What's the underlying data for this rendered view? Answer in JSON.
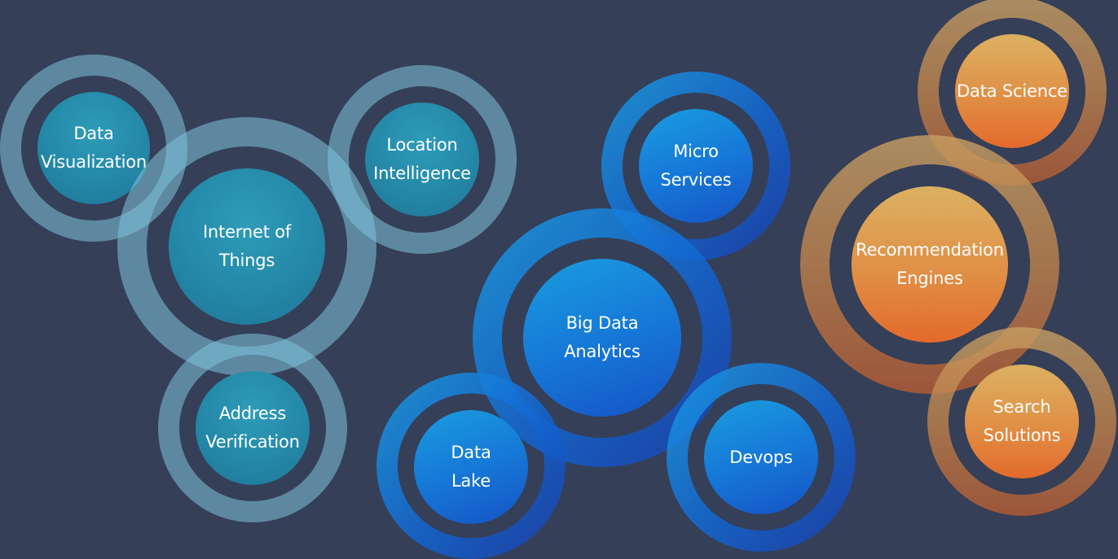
{
  "nodes": [
    {
      "id": "data-visualization",
      "label": "Data\nVisualization"
    },
    {
      "id": "internet-of-things",
      "label": "Internet of\nThings"
    },
    {
      "id": "address-verification",
      "label": "Address\nVerification"
    },
    {
      "id": "location-intelligence",
      "label": "Location\nIntelligence"
    },
    {
      "id": "micro-services",
      "label": "Micro\nServices"
    },
    {
      "id": "big-data-analytics",
      "label": "Big Data\nAnalytics"
    },
    {
      "id": "data-lake",
      "label": "Data\nLake"
    },
    {
      "id": "devops",
      "label": "Devops"
    },
    {
      "id": "data-science",
      "label": "Data Science"
    },
    {
      "id": "recommendation-engines",
      "label": "Recommendation\nEngines"
    },
    {
      "id": "search-solutions",
      "label": "Search\nSolutions"
    }
  ],
  "colors": {
    "background": "#353f58",
    "teal": "#2588a8",
    "blue": "#1679d8",
    "orange": "#e08f45",
    "text": "#ffffff"
  }
}
